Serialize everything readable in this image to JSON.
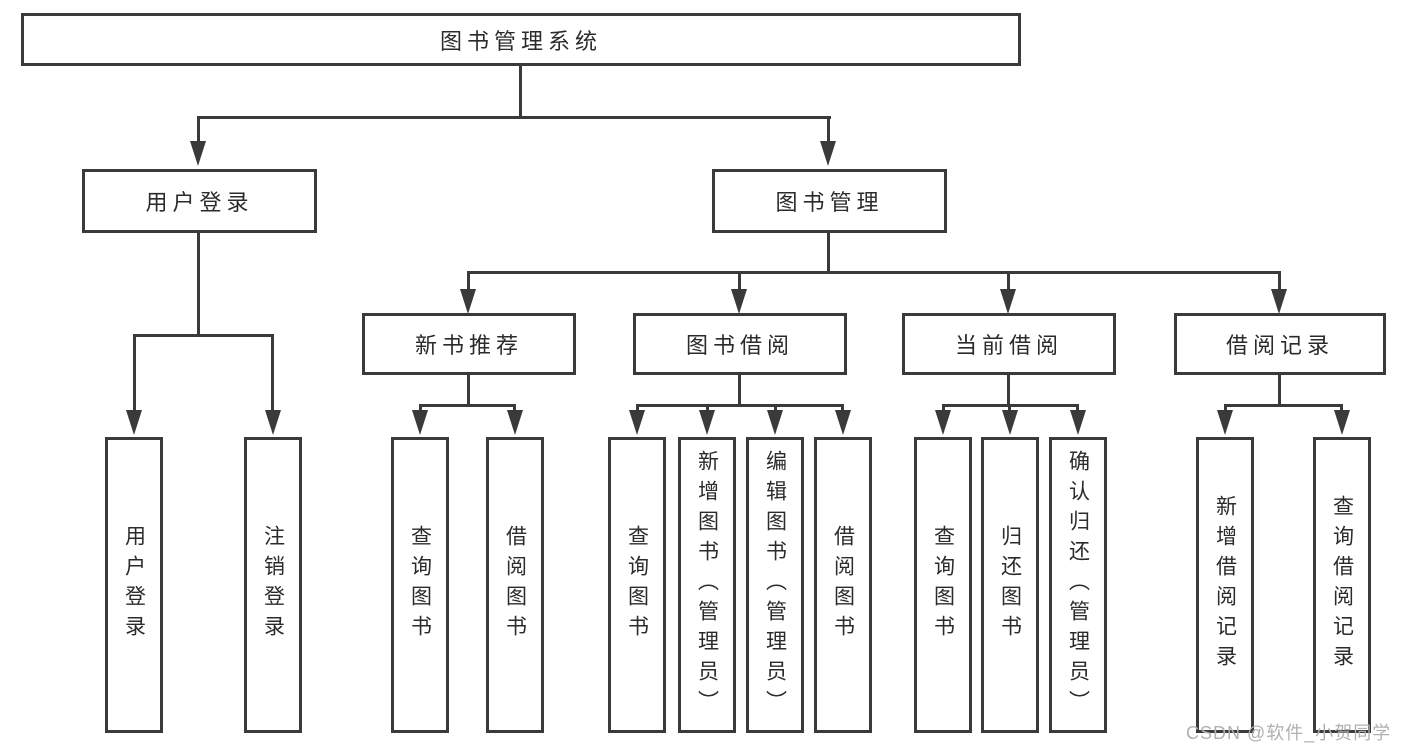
{
  "diagram": {
    "title": "图书管理系统",
    "nodes": {
      "root": "图书管理系统",
      "user_login": "用户登录",
      "book_management": "图书管理",
      "new_book_recommend": "新书推荐",
      "book_borrowing": "图书借阅",
      "current_borrowing": "当前借阅",
      "borrowing_records": "借阅记录"
    },
    "groups": {
      "user_login": [
        "用户登录",
        "注销登录"
      ],
      "new_book_recommend": [
        "查询图书",
        "借阅图书"
      ],
      "book_borrowing": [
        "查询图书",
        "新增图书（管理员）",
        "编辑图书（管理员）",
        "借阅图书"
      ],
      "current_borrowing": [
        "查询图书",
        "归还图书",
        "确认归还（管理员）"
      ],
      "borrowing_records": [
        "新增借阅记录",
        "查询借阅记录"
      ]
    },
    "watermark": "CSDN @软件_小贺同学",
    "colors": {
      "line": "#3a3a3a",
      "box_border": "#3a3a3a",
      "text": "#2b2b2b",
      "watermark": "#b0b0b0",
      "background": "#ffffff"
    }
  }
}
